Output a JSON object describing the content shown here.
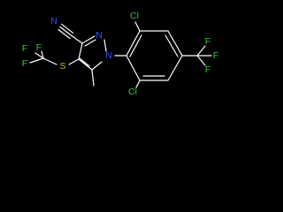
{
  "colors": {
    "background": "#000000",
    "bond": "#ffffff",
    "carbon_label": "#ffffff",
    "nitrogen": "#3050f8",
    "sulfur": "#c8b000",
    "fluorine": "#33cc33",
    "chlorine": "#33cc33"
  },
  "atoms": {
    "nitrile_n": "N",
    "pyrazole_n2": "N",
    "pyrazole_n1": "N",
    "sulfur": "S",
    "cf3_s_f1": "F",
    "cf3_s_f2": "F",
    "cf3_s_f3": "F",
    "cl_top": "Cl",
    "cl_bottom": "Cl",
    "cf3_ring_f1": "F",
    "cf3_ring_f2": "F",
    "cf3_ring_f3": "F"
  }
}
